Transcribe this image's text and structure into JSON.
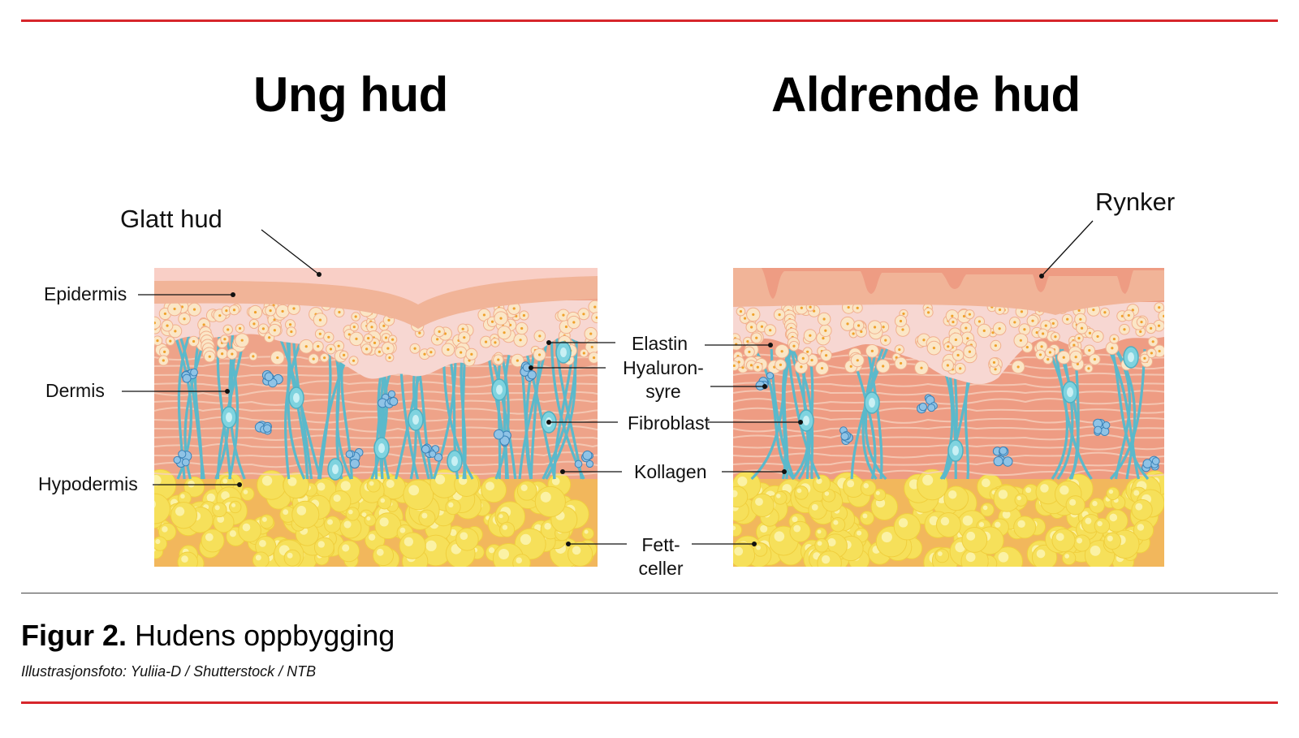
{
  "titles": {
    "young": "Ung hud",
    "aging": "Aldrende hud"
  },
  "labels": {
    "smooth_skin": "Glatt hud",
    "wrinkles": "Rynker",
    "epidermis": "Epidermis",
    "dermis": "Dermis",
    "hypodermis": "Hypodermis",
    "elastin": "Elastin",
    "hyaluronic_1": "Hyaluron-",
    "hyaluronic_2": "syre",
    "fibroblast": "Fibroblast",
    "collagen": "Kollagen",
    "fat_1": "Fett-",
    "fat_2": "celler"
  },
  "caption": {
    "prefix": "Figur 2.",
    "text": "Hudens oppbygging",
    "credit": "Illustrasjonsfoto: Yuliia-D / Shutterstock / NTB"
  },
  "colors": {
    "accent_rule": "#d7262b",
    "epidermis_top": "#f9cfc6",
    "epidermis": "#f1b498",
    "dermis": "#eea389",
    "fibers": "#5bb9cb",
    "fat": "#f6e05a",
    "fat_bg": "#f2b75c",
    "cells": "#fbe6c6"
  }
}
